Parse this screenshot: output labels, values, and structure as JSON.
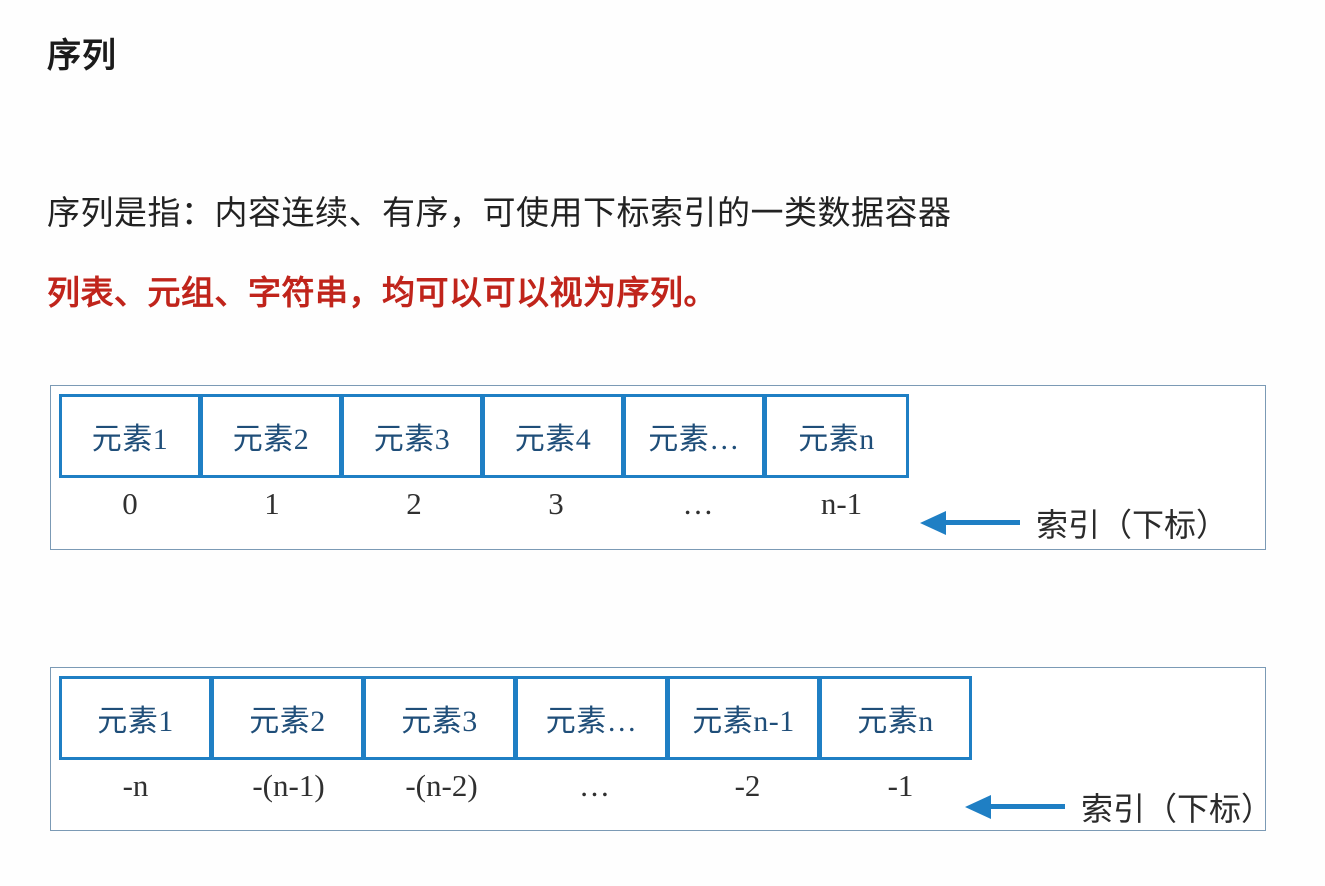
{
  "document": {
    "title": "序列",
    "paragraphs": [
      "序列是指：内容连续、有序，可使用下标索引的一类数据容器",
      "列表、元组、字符串，均可以可以视为序列。"
    ],
    "colors": {
      "heading": "#1b1b1b",
      "body_text": "#222222",
      "highlight_text": "#c0241b",
      "cell_border": "#1f7fc4",
      "cell_text": "#1f4e79",
      "frame_border": "#7b9ab5",
      "arrow": "#1f7fc4",
      "index_text": "#303030"
    }
  },
  "diagrams": [
    {
      "id": "forward-index",
      "cells": [
        "元素1",
        "元素2",
        "元素3",
        "元素4",
        "元素…",
        "元素n"
      ],
      "indices": [
        "0",
        "1",
        "2",
        "3",
        "…",
        "n-1"
      ],
      "annotation": "索引（下标）",
      "arrow_icon": "arrow-left-icon",
      "arrow_direction": "left"
    },
    {
      "id": "backward-index",
      "cells": [
        "元素1",
        "元素2",
        "元素3",
        "元素…",
        "元素n-1",
        "元素n"
      ],
      "indices": [
        "-n",
        "-(n-1)",
        "-(n-2)",
        "…",
        "-2",
        "-1"
      ],
      "annotation": "索引（下标）",
      "arrow_icon": "arrow-left-icon",
      "arrow_direction": "left"
    }
  ]
}
